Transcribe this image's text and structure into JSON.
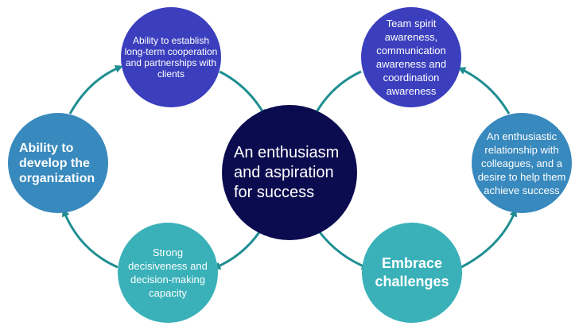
{
  "colors": {
    "violet": "#3b3fbd",
    "blue": "#3889bd",
    "teal": "#3ab1b9",
    "navy": "#0b0b4f",
    "arrow": "#1e8e91"
  },
  "center": {
    "label": "An enthusiasm and aspiration for success"
  },
  "nodes": {
    "top_left": {
      "label": "Ability to establish long-term cooperation and partnerships with clients"
    },
    "left": {
      "label": "Ability to develop the organization"
    },
    "bottom_left": {
      "label": "Strong decisiveness and decision-making capacity"
    },
    "top_right": {
      "label": "Team spirit awareness, communication awareness and coordination awareness"
    },
    "right": {
      "label": "An enthusiastic relationship with colleagues, and a desire to help them achieve success"
    },
    "bottom_right": {
      "label": "Embrace challenges"
    }
  }
}
